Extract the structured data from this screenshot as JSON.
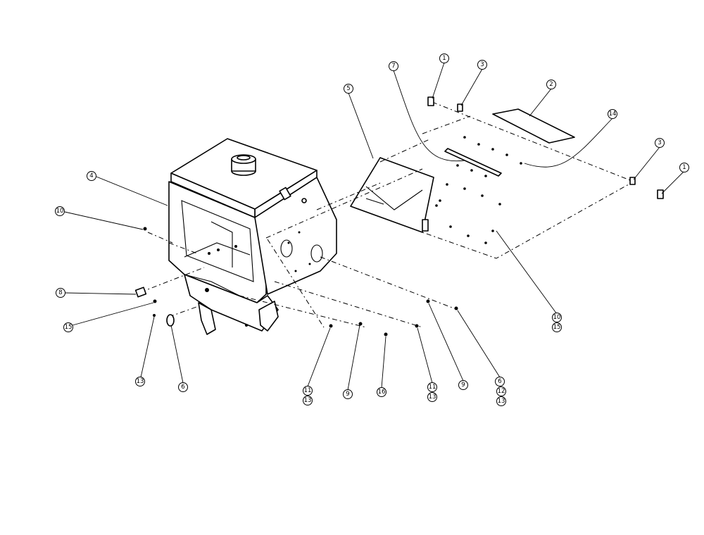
{
  "diagram": {
    "callouts": [
      "1",
      "3",
      "2",
      "7",
      "5",
      "14",
      "3",
      "1",
      "4",
      "10",
      "8",
      "15",
      "13",
      "6",
      "11",
      "13",
      "9",
      "16",
      "11",
      "13",
      "9",
      "6",
      "12",
      "13",
      "10",
      "15"
    ]
  }
}
